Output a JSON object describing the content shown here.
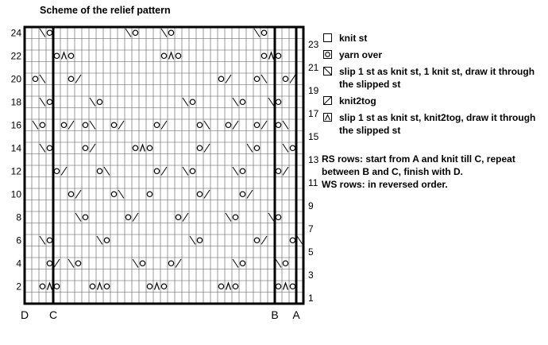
{
  "title": "Scheme of the relief pattern",
  "rows": 24,
  "cols": 39,
  "row_numbers_left": [
    24,
    22,
    20,
    18,
    16,
    14,
    12,
    10,
    8,
    6,
    4,
    2
  ],
  "row_numbers_right": [
    23,
    21,
    19,
    17,
    15,
    13,
    11,
    9,
    7,
    5,
    3,
    1
  ],
  "markers": [
    {
      "label": "D",
      "col": 0
    },
    {
      "label": "C",
      "col": 4
    },
    {
      "label": "B",
      "col": 35
    },
    {
      "label": "A",
      "col": 38
    }
  ],
  "pattern": [
    "  =O          =O   =O           =O     ",
    "    O^O            O^O           O^O   ",
    " O=   O/                   O/   O=  O/ ",
    "  =O     =O           =O     =O   =O   ",
    " =O  O/ O=  O/    O/    O=  O/  O/ O=  ",
    "  =O    O/     O^O      O/     =O   =O ",
    "    O/    O=      O/  =O     =O    O/  ",
    "      O/    O=   O      O/    O/       ",
    "       =O     O/     O/     =O    =O   ",
    "  =O      =O           =O       O/   O=",
    "   O/ =O       =O   O/       =O    =O  ",
    "  O^O    O^O     O^O       O^O     O^O "
  ],
  "legend": [
    {
      "symbol": "blank",
      "label": "knit st"
    },
    {
      "symbol": "yo",
      "label": "yarn over"
    },
    {
      "symbol": "ssk",
      "label": "slip 1 st as knit st, 1 knit st, draw it through the slipped st"
    },
    {
      "symbol": "k2tog",
      "label": "knit2tog"
    },
    {
      "symbol": "sk2p",
      "label": "slip 1 st as knit st, knit2tog, draw it through the slipped st"
    }
  ],
  "notes": [
    "RS rows: start from A and knit till C, repeat between B and C, finish with D.",
    "WS rows: in reversed order."
  ]
}
